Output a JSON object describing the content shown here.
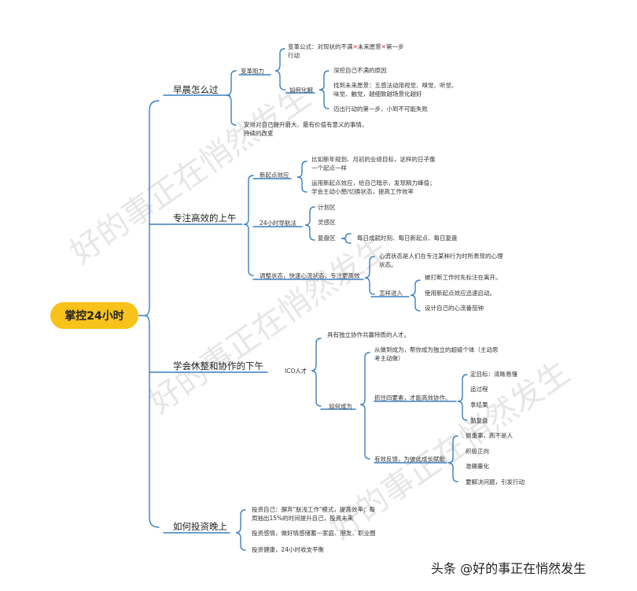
{
  "root": "掌控24小时",
  "branches": {
    "morning": {
      "title": "早晨怎么过",
      "resistance": "变革阻力",
      "formula": {
        "a": "变革公式：对现状的不满",
        "b": "未来愿景",
        "c": "第一步",
        "d": "行动",
        "mark": "✕"
      },
      "how": "如何化解",
      "how_items": [
        "深挖自己不满的原因",
        "找到未来愿景：五感法动用视觉、嗅觉、听觉、",
        "味觉、触觉，越细致越场景化越好",
        "迈出行动的第一步，小到不可能失败"
      ],
      "arrange": [
        "安排对自己提升最大、最有价值有意义的事情，",
        "持续的改变"
      ]
    },
    "forenoon": {
      "title": "专注高效的上午",
      "fresh": "新起点效应",
      "fresh_items": [
        "比如新年规划、月初的业绩目标，这样的日子像",
        "一个起点一样",
        "运用新起点效应，给自己暗示，发现精力峰值；",
        "学会主动小憩/切换状态，提高工作效率"
      ],
      "nav": "24小时导航法",
      "nav_items": [
        "计划区",
        "灵感区",
        "复盘区"
      ],
      "review_detail": "每日成就时刻、每日新起点、每日复盘",
      "adjust": "调整状态，快速心流状态，专注更高效",
      "flow_def": [
        "心流状态是人们在专注某种行为时所表现的心理",
        "状态。"
      ],
      "enter": "怎样进入",
      "enter_items": [
        "被打断工作时先标注在离开。",
        "使用新起点效应迅速启动。",
        "设计自己的心流番茄钟"
      ]
    },
    "afternoon": {
      "title": "学会休整和协作的下午",
      "ico": "ICO人才",
      "ico_def": "具有独立协作共赢特质的人才。",
      "become": "如何成为",
      "independent": [
        "从做到成为，帮你成为独立的超级个体（主动思",
        "考主动做）"
      ],
      "four": "抓住四要素，才能高效协作。",
      "four_items": [
        "定目标：清晰易懂",
        "追过程",
        "拿结果",
        "勤复盘"
      ],
      "feedback": "有效反馈，为彼此成长赋能",
      "feedback_items": [
        "侧重事，而不是人",
        "积极正向",
        "准确量化",
        "要解决问题，引发行动"
      ]
    },
    "evening": {
      "title": "如何投资晚上",
      "items": [
        "投资自己：摒弃\"肤浅工作\"模式，提高效率；每",
        "周抽出15%的时间提升自己，投资未来",
        "投资感情，做好情感储蓄—家庭、朋友、职业圈",
        "投资健康，24小时收支平衡"
      ]
    }
  },
  "watermark": [
    "好的事正在悄然发生",
    "好的事正在悄然发生",
    "好的事正在悄然发生"
  ],
  "footer": "头条 @好的事正在悄然发生",
  "colors": {
    "line": "#3a7fbf",
    "root_fill": "#f7c21a",
    "cross": "#e5333a"
  }
}
